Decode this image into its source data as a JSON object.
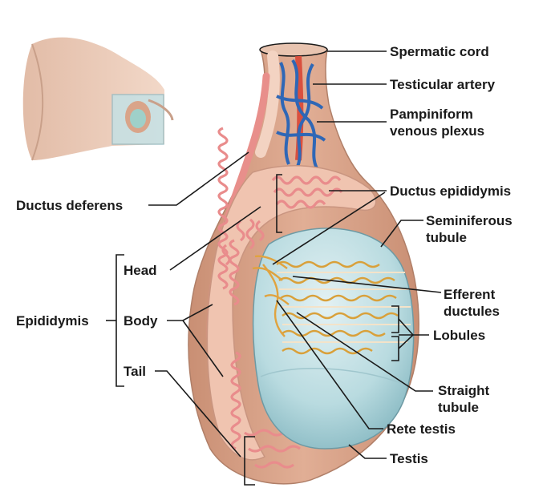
{
  "labels": {
    "spermatic_cord": "Spermatic cord",
    "testicular_artery": "Testicular artery",
    "pampiniform_line1": "Pampiniform",
    "pampiniform_line2": "venous plexus",
    "ductus_epididymis": "Ductus epididymis",
    "seminiferous_line1": "Seminiferous",
    "seminiferous_line2": "tubule",
    "ductus_deferens": "Ductus deferens",
    "head": "Head",
    "epididymis": "Epididymis",
    "body": "Body",
    "tail": "Tail",
    "efferent_line1": "Efferent",
    "efferent_line2": "ductules",
    "lobules": "Lobules",
    "straight_line1": "Straight",
    "straight_line2": "tubule",
    "rete_testis": "Rete testis",
    "testis": "Testis"
  },
  "colors": {
    "outer_tissue": "#d9a489",
    "inner_tissue": "#f0c4b0",
    "tubule": "#e98c8c",
    "testis_blue": "#aed3d9",
    "vein_blue": "#2f67b6",
    "artery_red": "#d9503f",
    "seminiferous": "#d9a03a",
    "leader_line": "#1a1a1a"
  }
}
